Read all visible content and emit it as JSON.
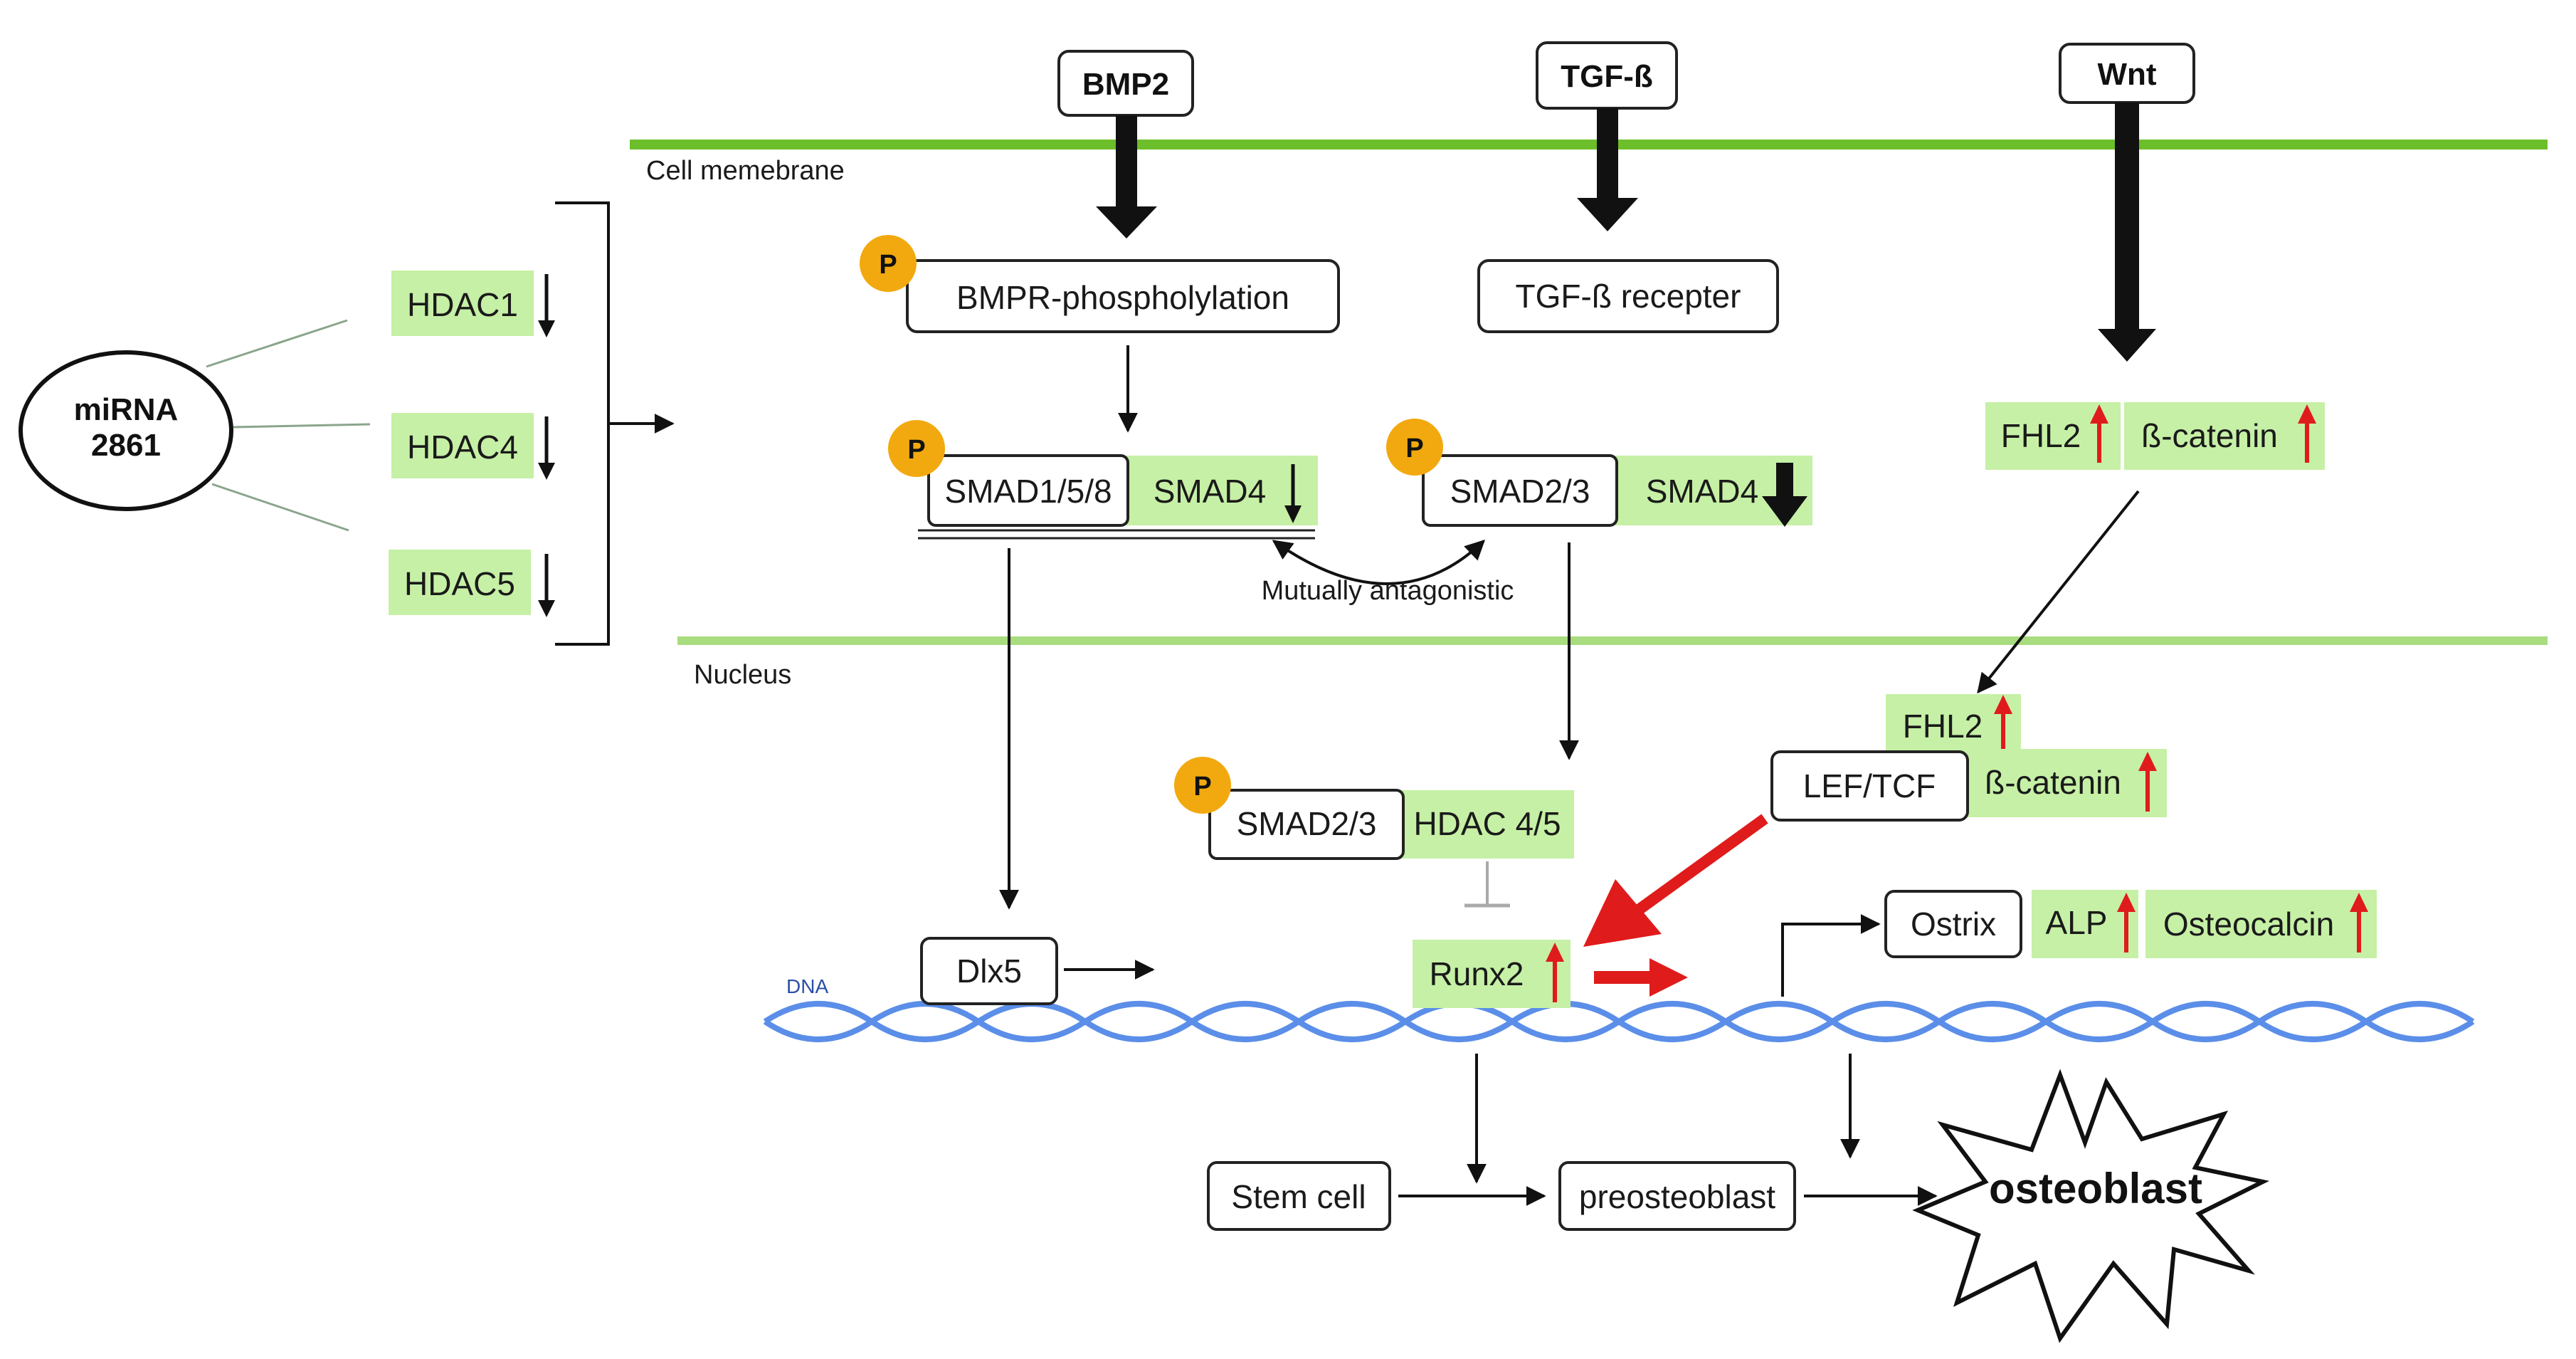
{
  "colors": {
    "membrane": "#6cbf2a",
    "nucleus_membrane": "#a8dc7e",
    "highlight": "#c6f0a6",
    "phospho": "#f2a90f",
    "dna": "#5b8ee8",
    "up_arrow": "#e01b1b"
  },
  "ligands": {
    "bmp2": "BMP2",
    "tgfb": "TGF-ß",
    "wnt": "Wnt"
  },
  "membranes": {
    "cell": "Cell memebrane",
    "nucleus": "Nucleus",
    "dna": "DNA"
  },
  "mirna": {
    "line1": "miRNA",
    "line2": "2861"
  },
  "hdacs": [
    "HDAC1",
    "HDAC4",
    "HDAC5"
  ],
  "phospho_label": "P",
  "bmp_path": {
    "receptor": "BMPR-phospholylation",
    "smad158": "SMAD1/5/8",
    "smad4": "SMAD4"
  },
  "tgf_path": {
    "receptor": "TGF-ß recepter",
    "smad23": "SMAD2/3",
    "smad4": "SMAD4",
    "nuclear_smad23": "SMAD2/3",
    "hdac45": "HDAC 4/5"
  },
  "antagonism_label": "Mutually antagonistic",
  "wnt_path": {
    "fhl2": "FHL2",
    "beta_catenin": "ß-catenin",
    "nuclear_fhl2": "FHL2",
    "lef_tcf": "LEF/TCF",
    "nuclear_beta_catenin": "ß-catenin"
  },
  "dlx5": "Dlx5",
  "runx2": "Runx2",
  "targets": {
    "ostrix": "Ostrix",
    "alp": "ALP",
    "osteocalcin": "Osteocalcin"
  },
  "differentiation": {
    "stem_cell": "Stem cell",
    "preosteoblast": "preosteoblast",
    "osteoblast": "osteoblast"
  }
}
